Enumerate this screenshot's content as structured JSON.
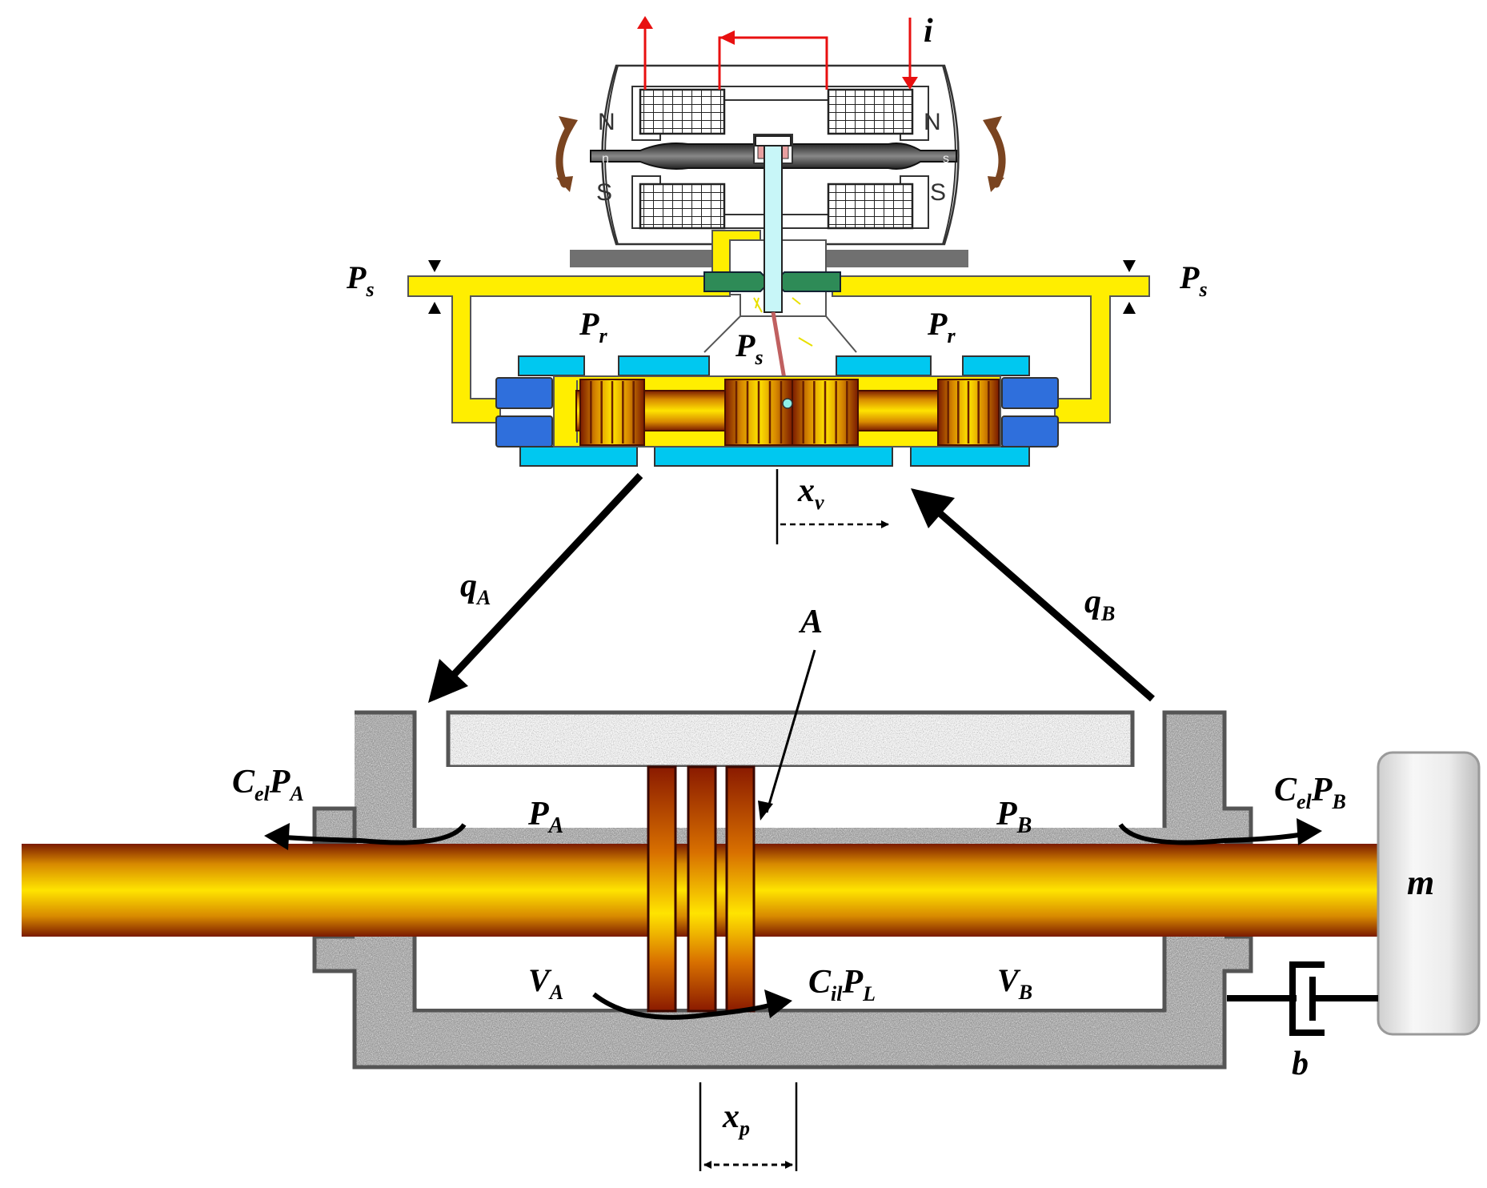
{
  "labels": {
    "current": "i",
    "supply_left": "P",
    "supply_left_sub": "s",
    "supply_right": "P",
    "supply_right_sub": "s",
    "return_left": "P",
    "return_left_sub": "r",
    "return_right": "P",
    "return_right_sub": "r",
    "nozzle_pressure": "P",
    "nozzle_pressure_sub": "s",
    "spool_disp": "x",
    "spool_disp_sub": "v",
    "flow_a": "q",
    "flow_a_sub": "A",
    "flow_b": "q",
    "flow_b_sub": "B",
    "piston_area": "A",
    "pressure_a": "P",
    "pressure_a_sub": "A",
    "pressure_b": "P",
    "pressure_b_sub": "B",
    "ext_leak_a_c": "C",
    "ext_leak_a_c_sub": "el",
    "ext_leak_a_p": "P",
    "ext_leak_a_p_sub": "A",
    "ext_leak_b_c": "C",
    "ext_leak_b_c_sub": "el",
    "ext_leak_b_p": "P",
    "ext_leak_b_p_sub": "B",
    "volume_a": "V",
    "volume_a_sub": "A",
    "volume_b": "V",
    "volume_b_sub": "B",
    "int_leak_c": "C",
    "int_leak_c_sub": "il",
    "int_leak_p": "P",
    "int_leak_p_sub": "L",
    "mass": "m",
    "damping": "b",
    "piston_disp": "x",
    "piston_disp_sub": "p"
  },
  "magnet_poles": {
    "top_left": "N",
    "top_right": "N",
    "bottom_left": "S",
    "bottom_right": "S",
    "armature_left": "n",
    "armature_right": "s"
  },
  "colors": {
    "oil": "#ffee00",
    "bushing": "#00c8f0",
    "end_cap": "#2f6fdc",
    "current_wire": "#e81010",
    "cylinder_wall": "#8a8a8a",
    "rod_center": "#ffe400",
    "rod_edge": "#7a1a00",
    "nozzle": "#2e8b57",
    "rotation_arrow": "#7a4420"
  }
}
